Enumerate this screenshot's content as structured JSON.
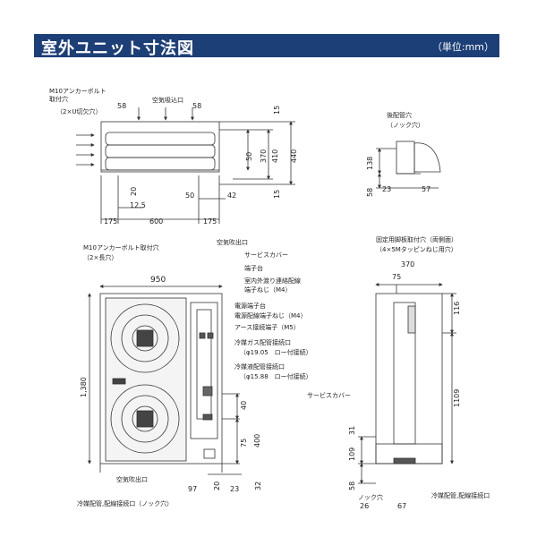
{
  "header": {
    "title": "室外ユニット寸法図",
    "unit": "（単位:mm）"
  },
  "top_view": {
    "anchor_note_1": "M10アンカーボルト",
    "anchor_note_2": "取付穴",
    "anchor_note_3": "（2×U切欠穴）",
    "air_intake": "空気吸込口",
    "anchor_bottom_1": "M10アンカーボルト取付穴",
    "anchor_bottom_2": "（2×長穴）",
    "dims": {
      "d58a": "58",
      "d58b": "58",
      "d15a": "15",
      "d370": "370",
      "d410": "410",
      "d440": "440",
      "d15b": "15",
      "d50a": "50",
      "d20": "20",
      "d12_5": "12.5",
      "d50b": "50",
      "d42": "42",
      "d175a": "175",
      "d600": "600",
      "d175b": "175"
    }
  },
  "side_view_top": {
    "back_cover_1": "後配管穴",
    "back_cover_2": "（ノック穴）",
    "dims": {
      "d138": "138",
      "d58": "58",
      "d23": "23",
      "d57": "57"
    }
  },
  "front_view": {
    "air_outlet_top": "空気吹出口",
    "air_outlet_bottom": "空気吹出口",
    "service_cover": "サービスカバー",
    "terminal_block": "端子台",
    "terminal_lines": [
      "室内外渡り連絡配線",
      "端子ねじ（M4）"
    ],
    "power_terminal_block": "電源端子台",
    "power_terminal_screw": "電源配線端子ねじ（M4）",
    "earth_terminal": "アース接続端子（M5）",
    "gas_port": "冷媒ガス配管接続口",
    "gas_spec": "（φ19.05　ロー付接続）",
    "liquid_port": "冷媒液配管接続口",
    "liquid_spec": "（φ15.88　ロー付接続）",
    "bottom_note": "冷媒配管,配線接続口（ノック穴）",
    "dims": {
      "d950": "950",
      "d1380": "1,380",
      "d40": "40",
      "d75": "75",
      "d400": "400",
      "d97": "97",
      "d20": "20",
      "d23": "23",
      "d32": "32"
    }
  },
  "side_view_bottom": {
    "fixing_1": "固定用脚板取付穴（両側面）",
    "fixing_2": "（4×5Mタッピンねじ用穴）",
    "service_cover": "サービスカバー",
    "knock": "ノック穴",
    "pipe_port": "冷媒配管,配線接続口",
    "dims": {
      "d370": "370",
      "d75": "75",
      "d116": "116",
      "d1109": "1109",
      "d31": "31",
      "d109": "109",
      "d58": "58",
      "d26": "26",
      "d67": "67"
    }
  }
}
